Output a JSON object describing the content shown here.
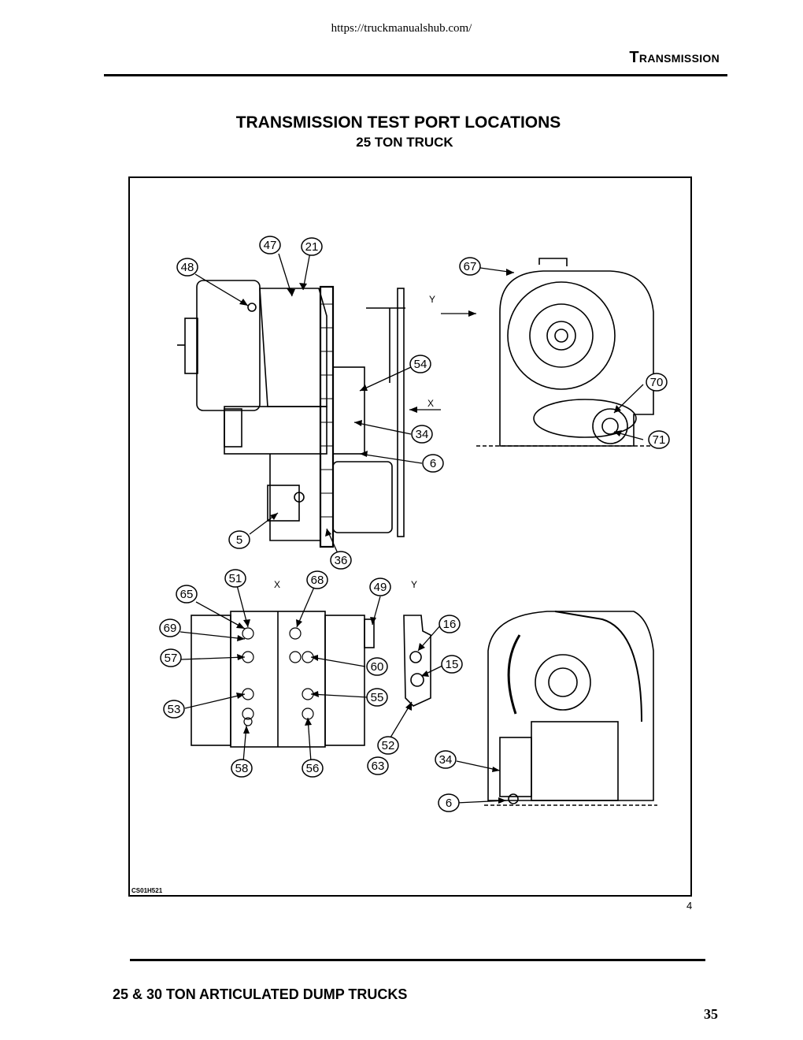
{
  "header": {
    "url": "https://truckmanualshub.com/",
    "section_title": "Transmission"
  },
  "page": {
    "title": "TRANSMISSION TEST PORT LOCATIONS",
    "subtitle": "25 TON TRUCK"
  },
  "figure": {
    "code": "CS01H521",
    "number": "4",
    "view_labels": [
      "X",
      "Y",
      "X",
      "Y"
    ],
    "callouts": [
      "47",
      "21",
      "48",
      "67",
      "70",
      "71",
      "54",
      "34",
      "6",
      "5",
      "36",
      "51",
      "68",
      "65",
      "49",
      "69",
      "57",
      "53",
      "58",
      "56",
      "60",
      "55",
      "16",
      "15",
      "52",
      "63",
      "34",
      "6"
    ]
  },
  "footer": {
    "title": "25 & 30 TON ARTICULATED DUMP TRUCKS",
    "page_number": "35"
  }
}
